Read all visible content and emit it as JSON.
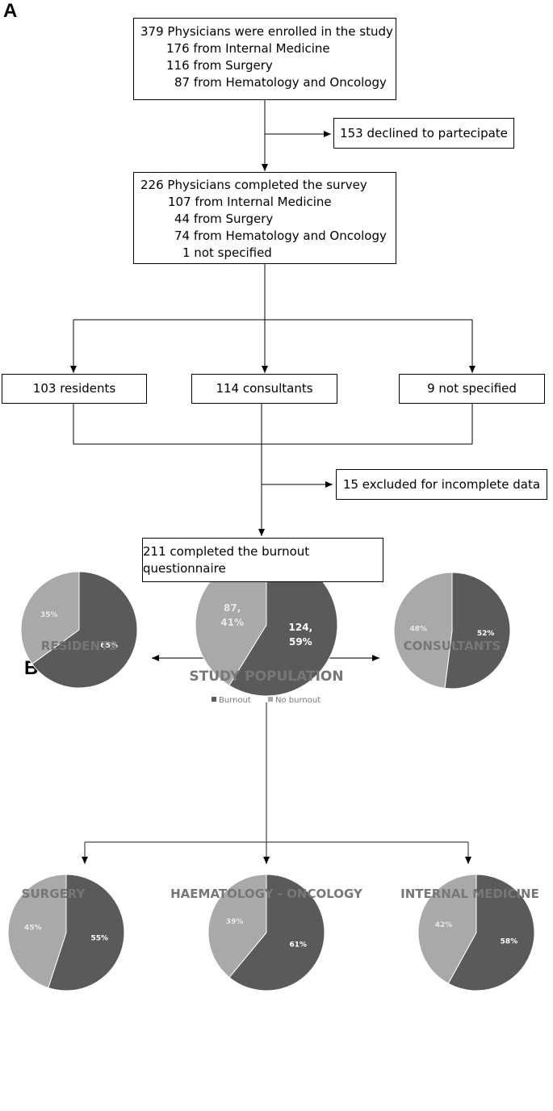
{
  "panels": {
    "a": "A",
    "b": "B"
  },
  "flowchart": {
    "enrolled": [
      "379 Physicians were enrolled in the study",
      "176 from Internal Medicine",
      "116 from Surgery",
      "87 from Hematology and Oncology"
    ],
    "declined": "153 declined to partecipate",
    "completed": [
      "226 Physicians completed the survey",
      "107 from Internal Medicine",
      "44 from Surgery",
      "74 from Hematology and Oncology",
      "1 not specified"
    ],
    "residents": "103 residents",
    "consultants": "114 consultants",
    "not_specified": "9 not specified",
    "excluded": "15 excluded for incomplete data",
    "burnout": "211 completed the burnout questionnaire"
  },
  "legend": {
    "burnout": "Burnout",
    "no_burnout": "No burnout"
  },
  "colors": {
    "burnout": "#5a5a5a",
    "no_burnout": "#a9a9a9",
    "title": "#777777"
  },
  "chart_data": [
    {
      "type": "pie",
      "title": "STUDY POPULATION",
      "categories": [
        "Burnout",
        "No burnout"
      ],
      "values": [
        124,
        87
      ],
      "labels": [
        "124,\n59%",
        "87,\n41%"
      ],
      "legend": "top"
    },
    {
      "type": "pie",
      "title": "RESIDENTS",
      "categories": [
        "Burnout",
        "No burnout"
      ],
      "values": [
        65,
        35
      ],
      "labels": [
        "65%",
        "35%"
      ]
    },
    {
      "type": "pie",
      "title": "CONSULTANTS",
      "categories": [
        "Burnout",
        "No burnout"
      ],
      "values": [
        52,
        48
      ],
      "labels": [
        "52%",
        "48%"
      ]
    },
    {
      "type": "pie",
      "title": "SURGERY",
      "categories": [
        "Burnout",
        "No burnout"
      ],
      "values": [
        55,
        45
      ],
      "labels": [
        "55%",
        "45%"
      ]
    },
    {
      "type": "pie",
      "title": "HAEMATOLOGY - ONCOLOGY",
      "categories": [
        "Burnout",
        "No burnout"
      ],
      "values": [
        61,
        39
      ],
      "labels": [
        "61%",
        "39%"
      ]
    },
    {
      "type": "pie",
      "title": "INTERNAL MEDICINE",
      "categories": [
        "Burnout",
        "No burnout"
      ],
      "values": [
        58,
        42
      ],
      "labels": [
        "58%",
        "42%"
      ]
    }
  ]
}
